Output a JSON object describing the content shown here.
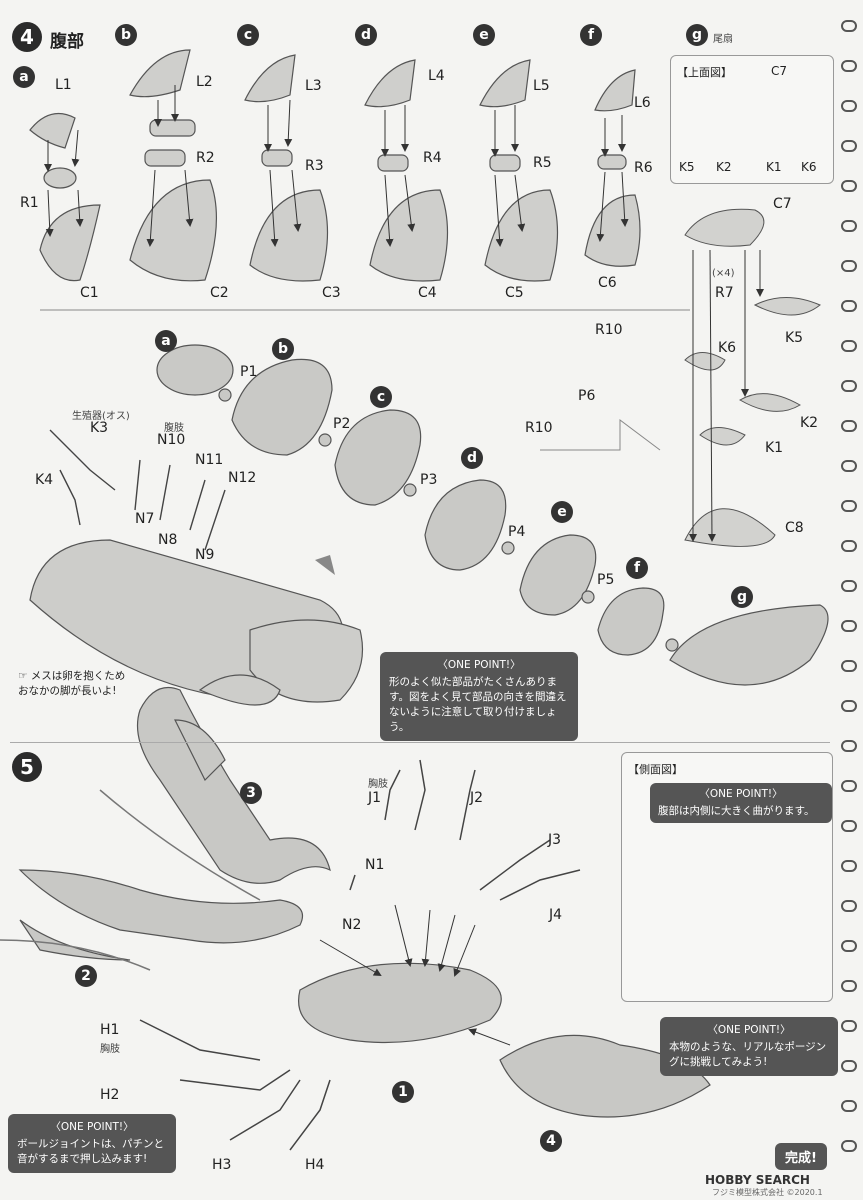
{
  "section4": {
    "number": "4",
    "title": "腹部",
    "subs": [
      "a",
      "b",
      "c",
      "d",
      "e",
      "f",
      "g"
    ],
    "g_caption": "尾扇",
    "top_row": [
      {
        "top": "L1",
        "mid": "R1",
        "bot": "C1"
      },
      {
        "top": "L2",
        "mid": "R2",
        "bot": "C2"
      },
      {
        "top": "L3",
        "mid": "R3",
        "bot": "C3"
      },
      {
        "top": "L4",
        "mid": "R4",
        "bot": "C4"
      },
      {
        "top": "L5",
        "mid": "R5",
        "bot": "C5"
      },
      {
        "top": "L6",
        "mid": "R6",
        "bot": "C6"
      }
    ],
    "top_view": {
      "title": "【上面図】",
      "c7": "C7",
      "k5": "K5",
      "k2": "K2",
      "k1": "K1",
      "k6": "K6"
    },
    "tail_parts": {
      "c7": "C7",
      "x4": "(×4)",
      "r7": "R7",
      "k5": "K5",
      "k6": "K6",
      "k2": "K2",
      "k1": "K1",
      "c8": "C8"
    },
    "p6_parts": {
      "r10a": "R10",
      "p6": "P6",
      "r10b": "R10"
    },
    "chain": {
      "a": "a",
      "b": "b",
      "p1": "P1",
      "c": "c",
      "p2": "P2",
      "d": "d",
      "p3": "P3",
      "e": "e",
      "p4": "P4",
      "f": "f",
      "p5": "P5",
      "g": "g"
    },
    "legs": {
      "genital": "生殖器(オス)",
      "k3": "K3",
      "k4": "K4",
      "swim": "腹肢",
      "n10": "N10",
      "n11": "N11",
      "n12": "N12",
      "n7": "N7",
      "n8": "N8",
      "n9": "N9"
    },
    "tip_line1": "メスは卵を抱くため",
    "tip_line2": "おなかの脚が長いよ!",
    "one_point": {
      "head": "〈ONE POINT!〉",
      "body": "形のよく似た部品がたくさんあります。図をよく見て部品の向きを間違えないように注意して取り付けましょう。"
    }
  },
  "section5": {
    "number": "5",
    "callouts": {
      "c3": "3",
      "c2": "2",
      "c1": "1",
      "c4": "4"
    },
    "chest_legs": "胸肢",
    "j1": "J1",
    "j2": "J2",
    "j3": "J3",
    "j4": "J4",
    "n1": "N1",
    "n2": "N2",
    "h1": "H1",
    "h1_sub": "胸肢",
    "h2": "H2",
    "h3": "H3",
    "h4": "H4",
    "side_view": "【側面図】",
    "one_point_side": {
      "head": "〈ONE POINT!〉",
      "body": "腹部は内側に大きく曲がります。"
    },
    "one_point_pose": {
      "head": "〈ONE POINT!〉",
      "body": "本物のような、リアルなポージングに挑戦してみよう!"
    },
    "one_point_ball": {
      "head": "〈ONE POINT!〉",
      "body": "ボールジョイントは、パチンと音がするまで押し込みます!"
    },
    "complete": "完成!"
  },
  "footer": {
    "brand": "HOBBY SEARCH",
    "copyright": "フジミ模型株式会社 ©2020.1"
  }
}
